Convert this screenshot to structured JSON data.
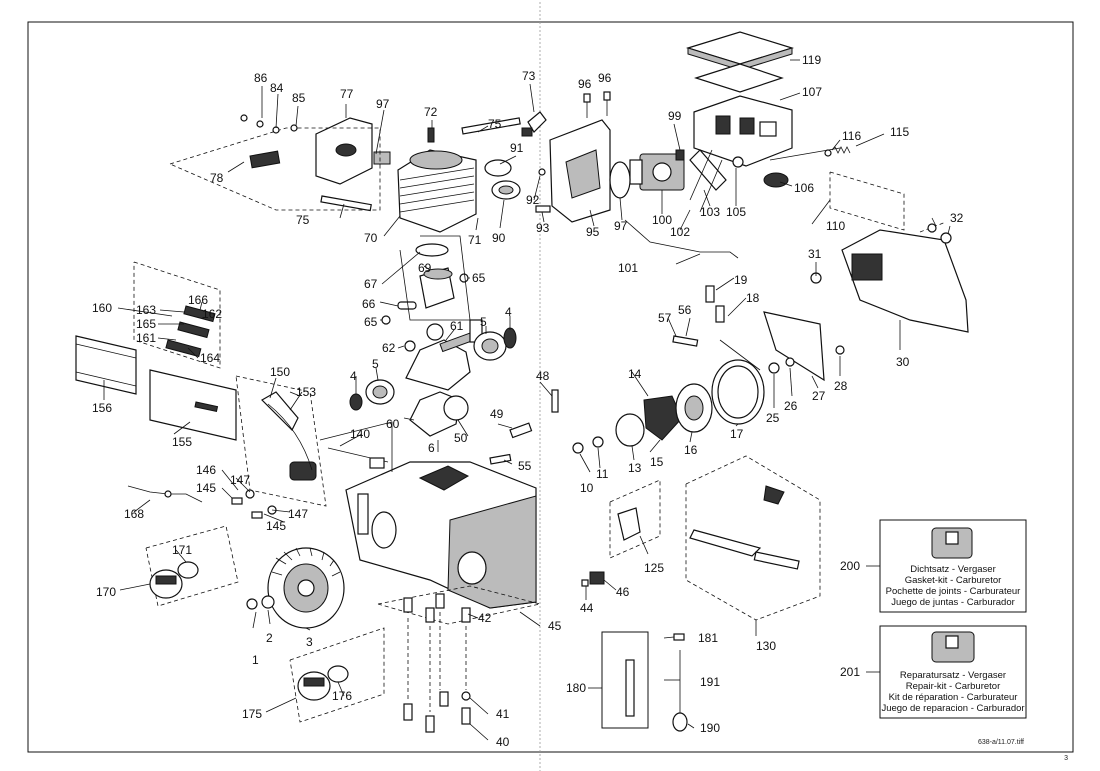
{
  "callouts": {
    "c1": "1",
    "c2": "2",
    "c3": "3",
    "c4a": "4",
    "c4b": "4",
    "c5a": "5",
    "c5b": "5",
    "c6": "6",
    "c10": "10",
    "c11": "11",
    "c13": "13",
    "c14": "14",
    "c15": "15",
    "c16": "16",
    "c17": "17",
    "c18": "18",
    "c19": "19",
    "c25": "25",
    "c26": "26",
    "c27": "27",
    "c28": "28",
    "c30": "30",
    "c31": "31",
    "c32": "32",
    "c40": "40",
    "c41": "41",
    "c42": "42",
    "c44": "44",
    "c45": "45",
    "c46": "46",
    "c48": "48",
    "c49": "49",
    "c50": "50",
    "c55": "55",
    "c56": "56",
    "c57": "57",
    "c60": "60",
    "c61": "61",
    "c62": "62",
    "c65a": "65",
    "c65b": "65",
    "c66": "66",
    "c67": "67",
    "c69": "69",
    "c70": "70",
    "c71": "71",
    "c72": "72",
    "c73": "73",
    "c75a": "75",
    "c75b": "75",
    "c77": "77",
    "c78": "78",
    "c84": "84",
    "c85": "85",
    "c86": "86",
    "c90": "90",
    "c91": "91",
    "c92": "92",
    "c93": "93",
    "c95": "95",
    "c96a": "96",
    "c96b": "96",
    "c97a": "97",
    "c97b": "97",
    "c99": "99",
    "c100": "100",
    "c101": "101",
    "c102": "102",
    "c103": "103",
    "c105": "105",
    "c106": "106",
    "c107": "107",
    "c110": "110",
    "c115": "115",
    "c116": "116",
    "c119": "119",
    "c125": "125",
    "c130": "130",
    "c140": "140",
    "c145a": "145",
    "c145b": "145",
    "c146": "146",
    "c147a": "147",
    "c147b": "147",
    "c150": "150",
    "c153": "153",
    "c155": "155",
    "c156": "156",
    "c160": "160",
    "c161": "161",
    "c162": "162",
    "c163": "163",
    "c164": "164",
    "c165": "165",
    "c166": "166",
    "c168": "168",
    "c170": "170",
    "c171": "171",
    "c175": "175",
    "c176": "176",
    "c180": "180",
    "c181": "181",
    "c190": "190",
    "c191": "191",
    "c200": "200",
    "c201": "201"
  },
  "kits": {
    "gasket": {
      "line1": "Dichtsatz - Vergaser",
      "line2": "Gasket-kit - Carburetor",
      "line3": "Pochette de joints - Carburateur",
      "line4": "Juego de juntas - Carburador"
    },
    "repair": {
      "line1": "Reparatursatz - Vergaser",
      "line2": "Repair-kit - Carburetor",
      "line3": "Kit de réparation - Carburateur",
      "line4": "Juego de reparacion - Carburador"
    }
  },
  "footer": {
    "drawing_ref": "638-a/11.07.tiff",
    "page_number": "3"
  }
}
